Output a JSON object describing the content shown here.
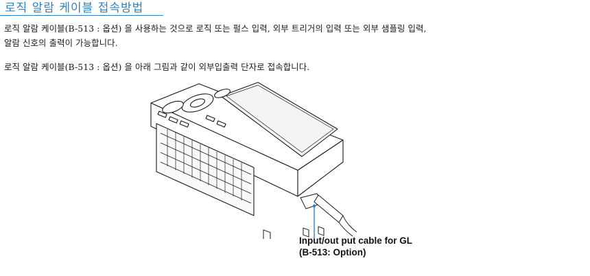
{
  "heading": "로직 알람 케이블 접속방법",
  "body": {
    "line1": "로직 알람 케이블(B-513 : 옵션) 을 사용하는 것으로 로직 또는 펄스 입력, 외부 트리거의 입력 또는 외부 샘플링 입력,",
    "line2": "알람 신호의 출력이 가능합니다.",
    "line3": "로직 알람 케이블(B-513 : 옵션) 을 아래 그림과 같이 외부입출력 단자로 접속합니다."
  },
  "figure": {
    "caption_line1": "Input/out put cable for GL",
    "caption_line2": "(B-513: Option)",
    "leader_color": "#2f7fc1"
  }
}
